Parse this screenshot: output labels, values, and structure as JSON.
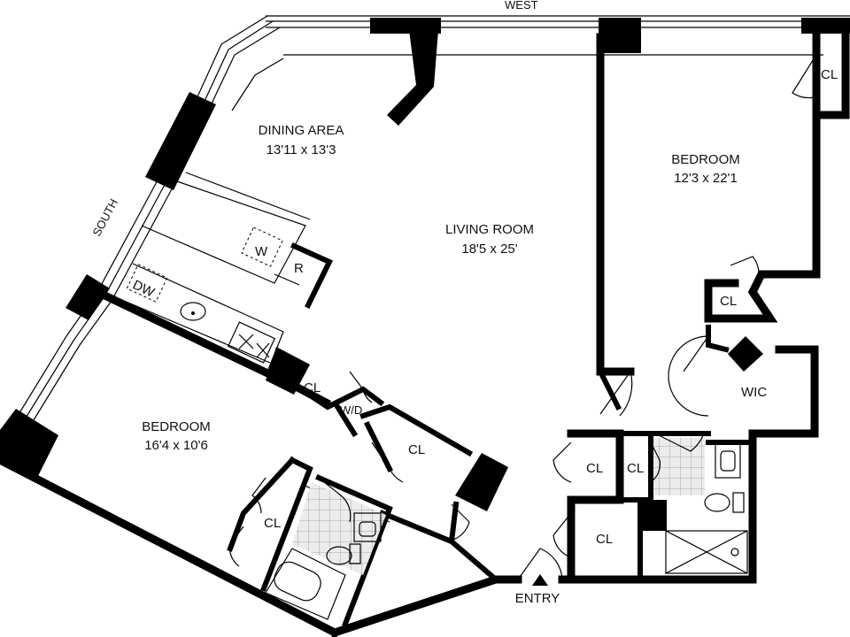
{
  "compass": {
    "west": "WEST",
    "south": "SOUTH"
  },
  "rooms": {
    "dining": {
      "name": "DINING AREA",
      "dims": "13'11 x 13'3"
    },
    "living": {
      "name": "LIVING ROOM",
      "dims": "18'5 x 25'"
    },
    "bedroom_main": {
      "name": "BEDROOM",
      "dims": "12'3 x 22'1"
    },
    "bedroom_second": {
      "name": "BEDROOM",
      "dims": "16'4 x 10'6"
    }
  },
  "fixtures": {
    "washer": "W",
    "refrigerator": "R",
    "dishwasher": "DW",
    "washer_dryer": "W/D",
    "walk_in_closet": "WIC"
  },
  "closets": {
    "label": "CL"
  },
  "entry": {
    "label": "ENTRY"
  }
}
